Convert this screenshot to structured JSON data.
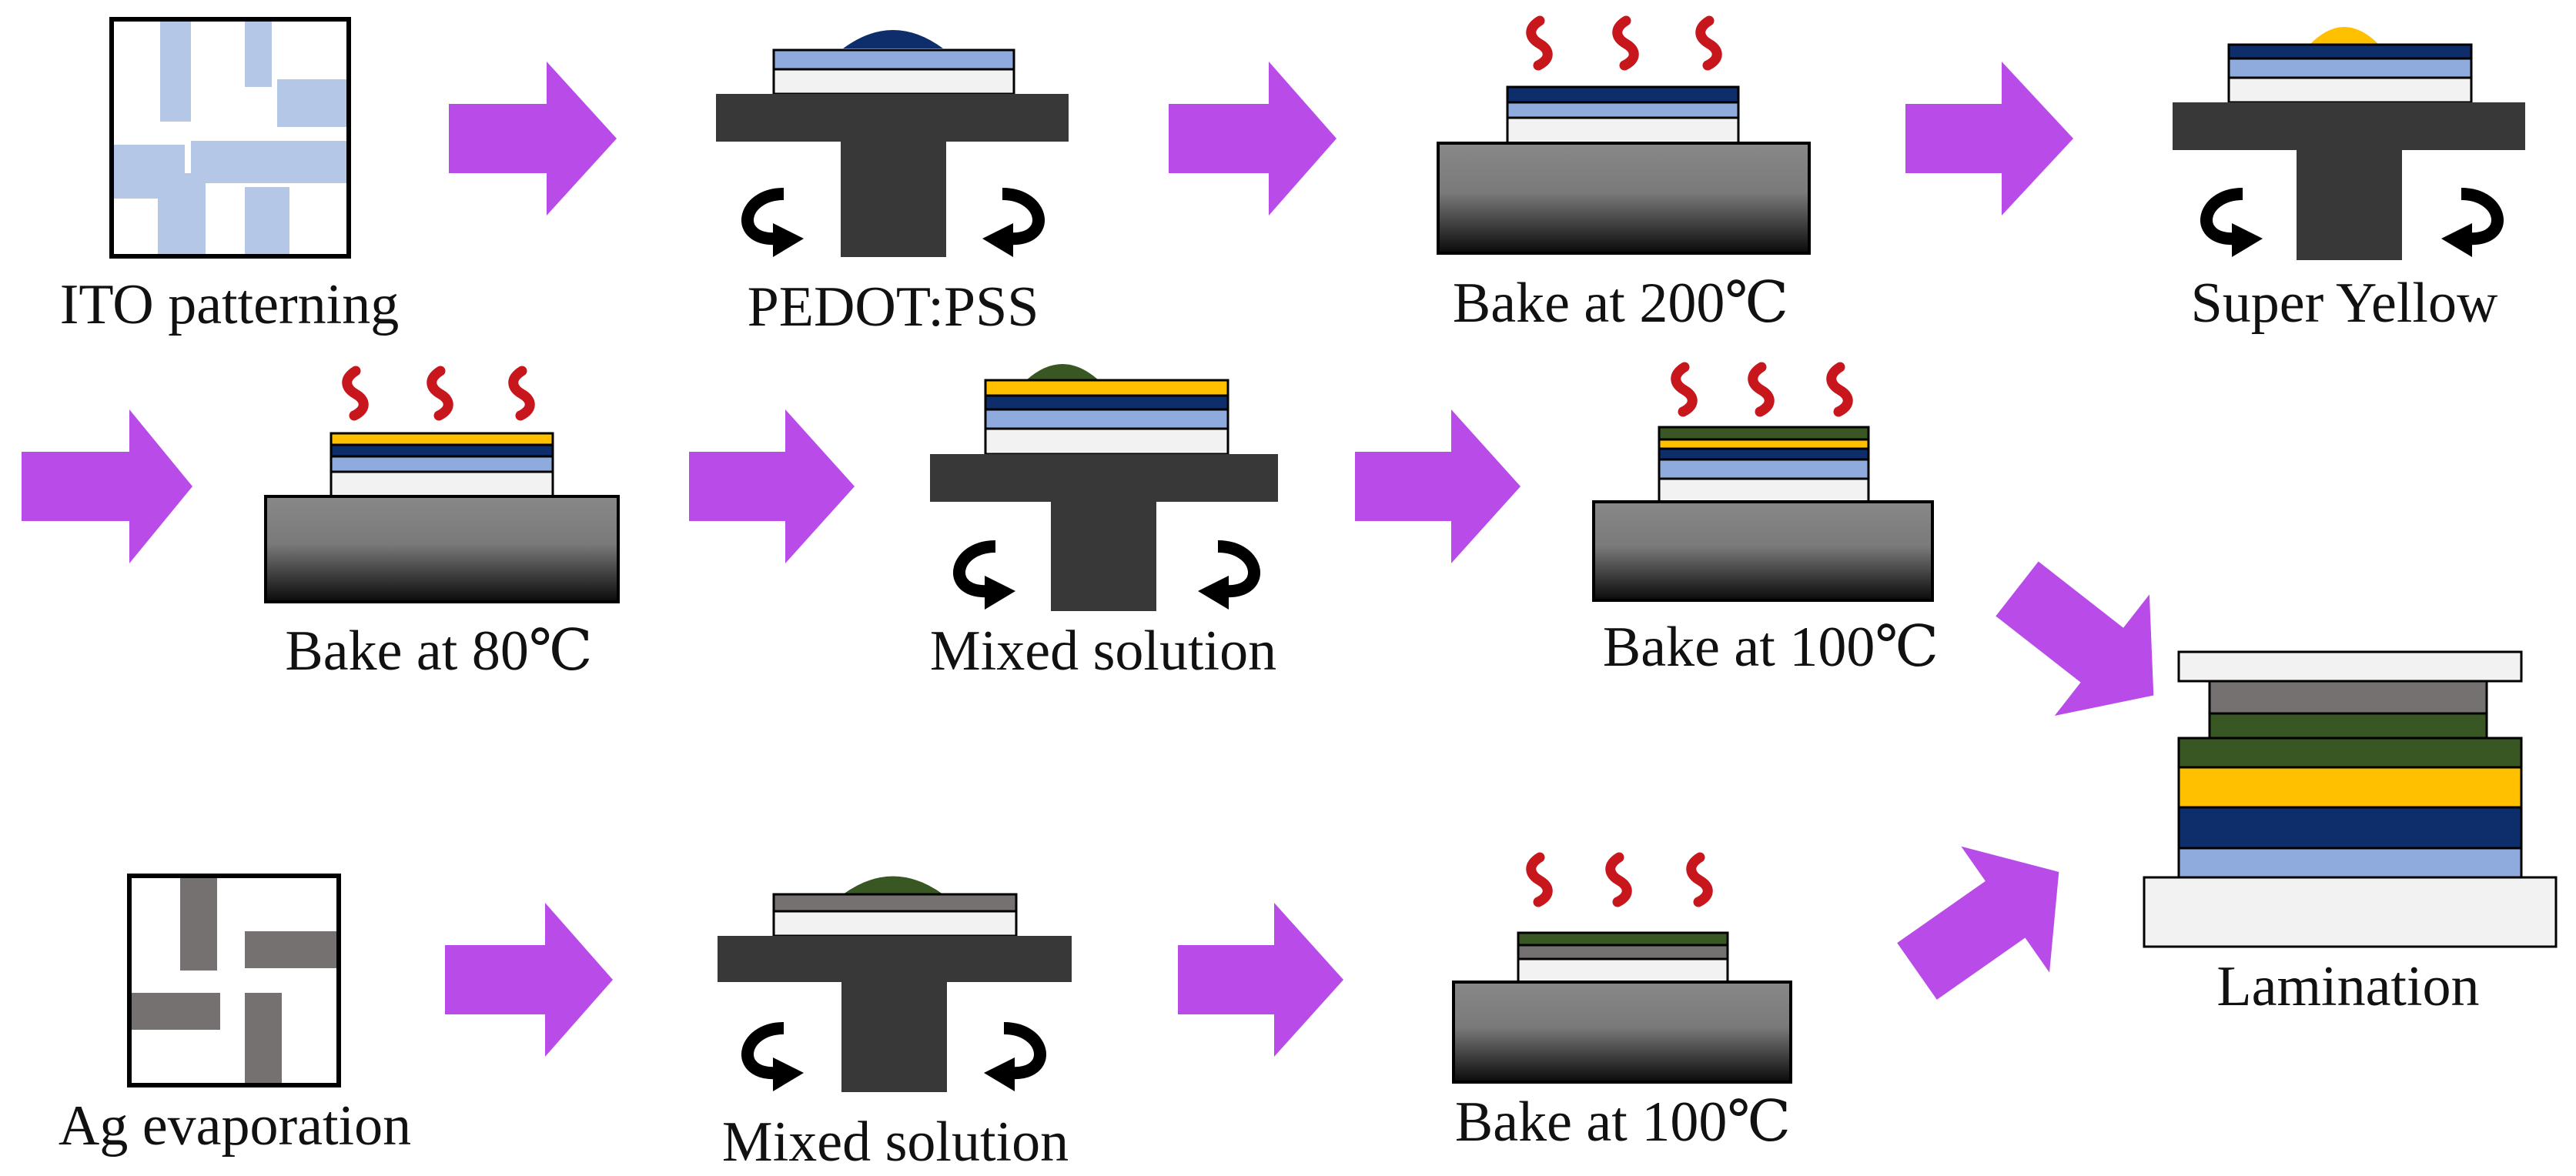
{
  "labels": {
    "ito": "ITO patterning",
    "pedot": "PEDOT:PSS",
    "bake200": "Bake at 200℃",
    "superyellow": "Super Yellow",
    "bake80": "Bake at 80℃",
    "mixed1": "Mixed solution",
    "bake100a": "Bake at 100℃",
    "lamination": "Lamination",
    "ag": "Ag evaporation",
    "mixed2": "Mixed solution",
    "bake100b": "Bake at 100℃"
  },
  "colors": {
    "arrow": "#b94ce8",
    "heat": "#c8161d",
    "ito": "#b4c7e7",
    "ag": "#767171",
    "glass": "#f2f2f2",
    "pedot_layer": "#8faadc",
    "pedot_drop": "#0d2d6b",
    "superyellow": "#ffc000",
    "mixed": "#385723",
    "spinner": "#383838",
    "hotplate_top": "#7f7f7f",
    "hotplate_bottom": "#0a0a0a"
  },
  "icons": [
    "spin-arrow-icon",
    "heat-wave-icon",
    "process-arrow-icon"
  ]
}
